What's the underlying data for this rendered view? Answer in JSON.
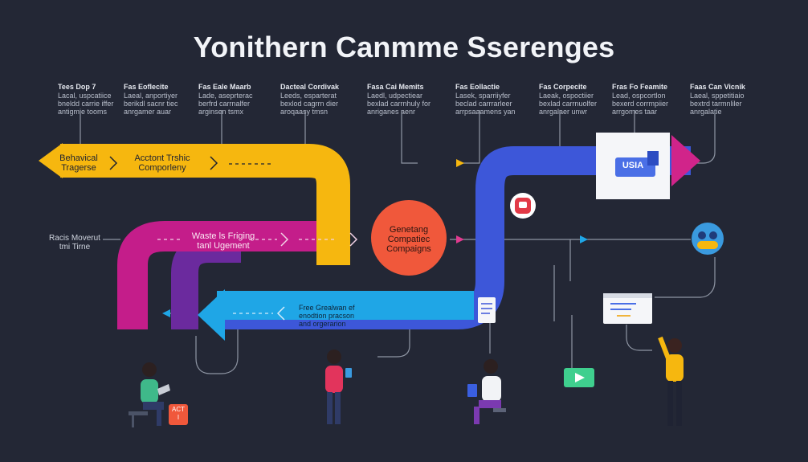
{
  "title": "Yonithern Canmme Sserenges",
  "columns": [
    {
      "heading": "Tees Dop 7",
      "lines": [
        "Lacal, uspcatiice",
        "bneldd carrie iffer",
        "antigmie tooms"
      ]
    },
    {
      "heading": "Fas Eoflecite",
      "lines": [
        "Laeal, anportiyer",
        "berikdl sacnr tiec",
        "anrgamer auar"
      ]
    },
    {
      "heading": "Fas Eale Maarb",
      "lines": [
        "Lade, aseprterac",
        "berfrd carrnalfer",
        "arginsen tsmx"
      ]
    },
    {
      "heading": "Dacteal Cordivak",
      "lines": [
        "Leeds, esparterat",
        "bexlod cagrrn dier",
        "aroqaasy tmsn"
      ]
    },
    {
      "heading": "Fasa Cai Memits",
      "lines": [
        "Laedl, udpectiear",
        "bexlad carrnhuly for",
        "anriganes aenr"
      ]
    },
    {
      "heading": "Fas Eollactie",
      "lines": [
        "Lasek, sparriiyfer",
        "beclad carrrarleer",
        "arrpsaaamens yan"
      ]
    },
    {
      "heading": "Fas Corpecite",
      "lines": [
        "Laeak, ospoctiier",
        "bexlad carrnuolfer",
        "anrgalaer unwr"
      ]
    },
    {
      "heading": "Fras Fo Feamite",
      "lines": [
        "Lead, ospcortlon",
        "bexerd corrmpiier",
        "arrgomes taar"
      ]
    },
    {
      "heading": "Faas Can Vicnik",
      "lines": [
        "Laeal, sppetitiaio",
        "bextrd tarmnliler",
        "anrgalatie"
      ]
    }
  ],
  "nodes": {
    "arrow_left_line1": "Behavical",
    "arrow_left_line2": "Tragerse",
    "arrow_mid_line1": "Acctont Trshic",
    "arrow_mid_line2": "Comporleny",
    "pink_line1": "Waste ls Friging",
    "pink_line2": "tanl Ugement",
    "circle_line1": "Genetang",
    "circle_line2": "Compatiec",
    "circle_line3": "Compaigns",
    "blue_line1": "Free Grealwan ef",
    "blue_line2": "enodtion pracson",
    "blue_line3": "and orgerarion",
    "side_line1": "Racis Moverut",
    "side_line2": "tmi Tirne",
    "card_label": "USIA",
    "badge_line1": "ACT",
    "badge_line2": "I"
  },
  "colors": {
    "background": "#232735",
    "yellow": "#f6b70f",
    "magenta": "#c41d8a",
    "purple": "#7b2aa8",
    "blue": "#3a5fe0",
    "cyan": "#1fa6e6",
    "orange_circle": "#f0583b",
    "pink_tip": "#d1248a",
    "green": "#3fcf8e",
    "line": "#9aa0ad"
  },
  "icons": [
    "user-sitting-laptop-icon",
    "user-standing-phone-icon",
    "user-sitting-tablet-icon",
    "user-standing-pointing-icon",
    "video-play-icon",
    "browser-window-icon",
    "message-square-icon",
    "team-avatar-icon",
    "document-icon"
  ]
}
